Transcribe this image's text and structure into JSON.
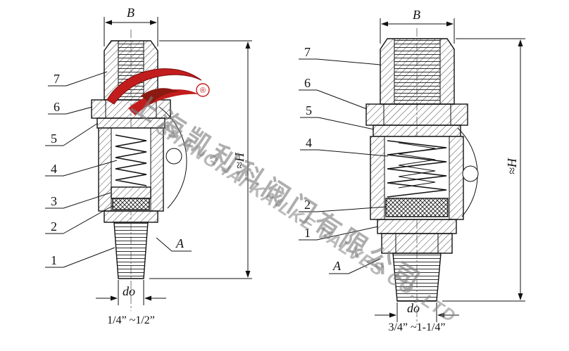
{
  "watermark": {
    "line1": "上海凯利科阀门有限公司",
    "line2": "SHANGHAI KAILKE VALVES CO.,LTD"
  },
  "logo": {
    "registered": "®"
  },
  "left_valve": {
    "size_range": "1/4” ~1/2”",
    "dim_width": "B",
    "dim_height": "≈H",
    "dim_bore": "do",
    "port_label": "A",
    "parts": [
      "7",
      "6",
      "5",
      "4",
      "3",
      "2",
      "1"
    ]
  },
  "right_valve": {
    "size_range": "3/4” ~1-1/4”",
    "dim_width": "B",
    "dim_height": "≈H",
    "dim_bore": "do",
    "port_label": "A",
    "parts": [
      "7",
      "6",
      "5",
      "4",
      "2",
      "1"
    ]
  }
}
